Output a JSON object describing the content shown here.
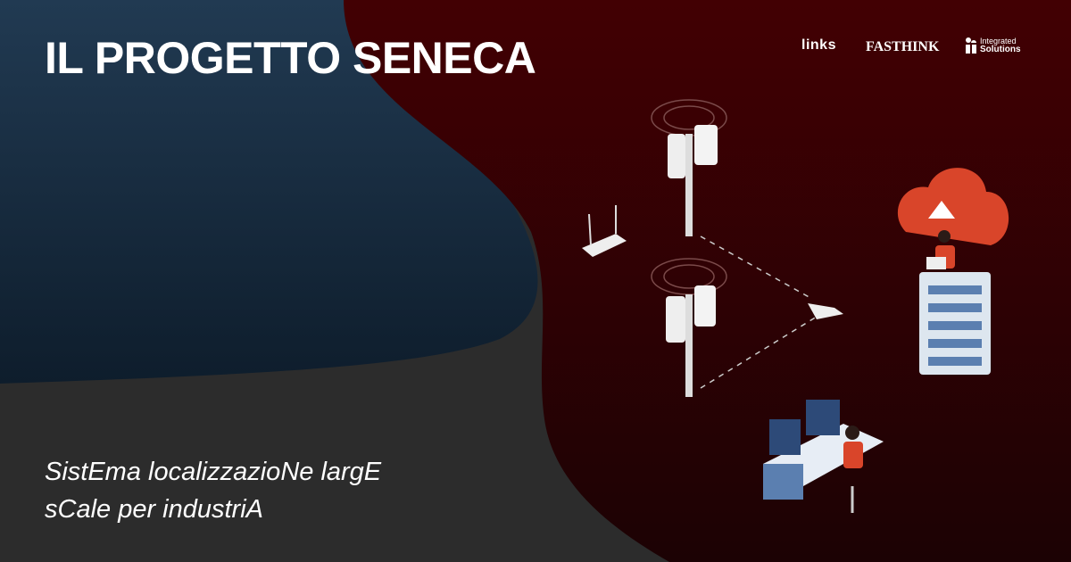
{
  "banner": {
    "title": "IL PROGETTO SENECA",
    "subtitle_line1": "SistEma localizzazioNe largE",
    "subtitle_line2": "sCale per industriA"
  },
  "logos": [
    {
      "name": "links",
      "text": "links"
    },
    {
      "name": "fasthink",
      "text": "FASTHINK"
    },
    {
      "name": "integrated-solutions",
      "text_line1": "Integrated",
      "text_line2": "Solutions"
    }
  ],
  "colors": {
    "navy": "#1e3348",
    "dark_red": "#3f0004",
    "grey": "#2c2c2c",
    "accent_red": "#d9452a"
  }
}
